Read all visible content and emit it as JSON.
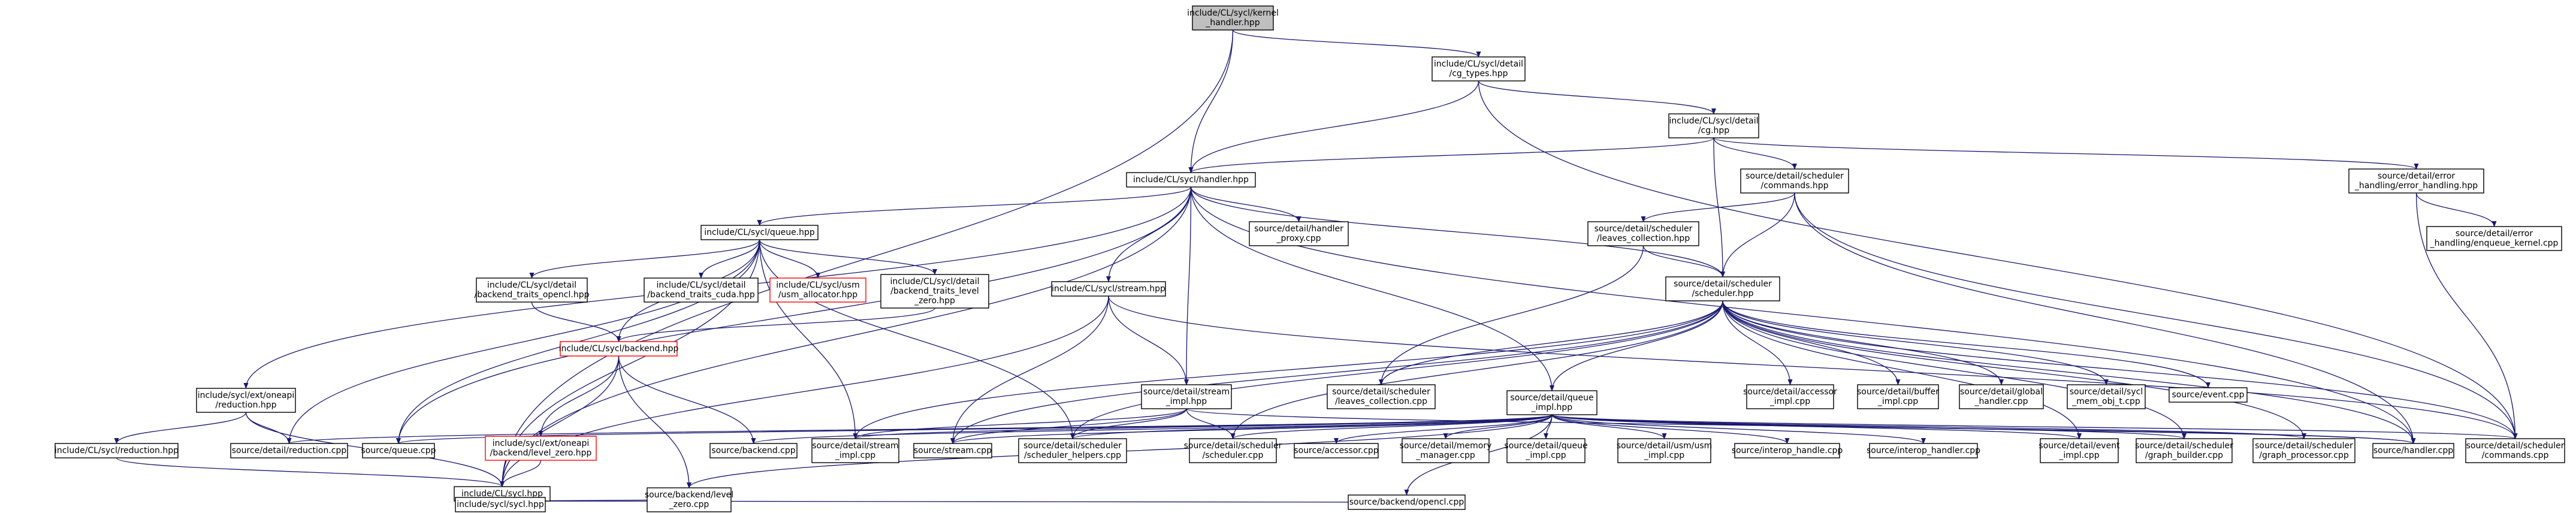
{
  "graph": {
    "edge_color": "#191970",
    "root_fill": "#bfbfbf",
    "highlight_border": "#ff0000",
    "nodes": [
      {
        "id": "kernel_handler",
        "lines": [
          "include/CL/sycl/kernel",
          "_handler.hpp"
        ],
        "style": "root"
      },
      {
        "id": "cg_types",
        "lines": [
          "include/CL/sycl/detail",
          "/cg_types.hpp"
        ]
      },
      {
        "id": "cg",
        "lines": [
          "include/CL/sycl/detail",
          "/cg.hpp"
        ]
      },
      {
        "id": "handler_hpp",
        "lines": [
          "include/CL/sycl/handler.hpp"
        ]
      },
      {
        "id": "commands_hpp",
        "lines": [
          "source/detail/scheduler",
          "/commands.hpp"
        ]
      },
      {
        "id": "error_handling_hpp",
        "lines": [
          "source/detail/error",
          "_handling/error_handling.hpp"
        ]
      },
      {
        "id": "enqueue_kernel",
        "lines": [
          "source/detail/error",
          "_handling/enqueue_kernel.cpp"
        ]
      },
      {
        "id": "leaves_hpp",
        "lines": [
          "source/detail/scheduler",
          "/leaves_collection.hpp"
        ]
      },
      {
        "id": "handler_proxy",
        "lines": [
          "source/detail/handler",
          "_proxy.cpp"
        ]
      },
      {
        "id": "queue_hpp",
        "lines": [
          "include/CL/sycl/queue.hpp"
        ]
      },
      {
        "id": "scheduler_hpp",
        "lines": [
          "source/detail/scheduler",
          "/scheduler.hpp"
        ]
      },
      {
        "id": "bt_opencl",
        "lines": [
          "include/CL/sycl/detail",
          "/backend_traits_opencl.hpp"
        ]
      },
      {
        "id": "bt_cuda",
        "lines": [
          "include/CL/sycl/detail",
          "/backend_traits_cuda.hpp"
        ]
      },
      {
        "id": "usm_allocator",
        "lines": [
          "include/CL/sycl/usm",
          "/usm_allocator.hpp"
        ],
        "style": "red"
      },
      {
        "id": "bt_level_zero",
        "lines": [
          "include/CL/sycl/detail",
          "/backend_traits_level",
          "_zero.hpp"
        ]
      },
      {
        "id": "stream_hpp",
        "lines": [
          "include/CL/sycl/stream.hpp"
        ]
      },
      {
        "id": "ext_reduction",
        "lines": [
          "include/sycl/ext/oneapi",
          "/reduction.hpp"
        ]
      },
      {
        "id": "backend_hpp",
        "lines": [
          "include/CL/sycl/backend.hpp"
        ],
        "style": "red"
      },
      {
        "id": "stream_impl_hpp",
        "lines": [
          "source/detail/stream",
          "_impl.hpp"
        ]
      },
      {
        "id": "leaves_cpp",
        "lines": [
          "source/detail/scheduler",
          "/leaves_collection.cpp"
        ]
      },
      {
        "id": "queue_impl_hpp",
        "lines": [
          "source/detail/queue",
          "_impl.hpp"
        ]
      },
      {
        "id": "accessor_impl",
        "lines": [
          "source/detail/accessor",
          "_impl.cpp"
        ]
      },
      {
        "id": "buffer_impl",
        "lines": [
          "source/detail/buffer",
          "_impl.cpp"
        ]
      },
      {
        "id": "global_handler",
        "lines": [
          "source/detail/global",
          "_handler.cpp"
        ]
      },
      {
        "id": "mem_obj_t",
        "lines": [
          "source/detail/sycl",
          "_mem_obj_t.cpp"
        ]
      },
      {
        "id": "event_cpp",
        "lines": [
          "source/event.cpp"
        ]
      },
      {
        "id": "cl_reduction",
        "lines": [
          "include/CL/sycl/reduction.hpp"
        ]
      },
      {
        "id": "detail_reduction",
        "lines": [
          "source/detail/reduction.cpp"
        ]
      },
      {
        "id": "queue_cpp",
        "lines": [
          "source/queue.cpp"
        ]
      },
      {
        "id": "ext_level_zero",
        "lines": [
          "include/sycl/ext/oneapi",
          "/backend/level_zero.hpp"
        ],
        "style": "red"
      },
      {
        "id": "backend_cpp",
        "lines": [
          "source/backend.cpp"
        ]
      },
      {
        "id": "stream_impl_cpp",
        "lines": [
          "source/detail/stream",
          "_impl.cpp"
        ]
      },
      {
        "id": "stream_cpp",
        "lines": [
          "source/stream.cpp"
        ]
      },
      {
        "id": "scheduler_helpers",
        "lines": [
          "source/detail/scheduler",
          "/scheduler_helpers.cpp"
        ]
      },
      {
        "id": "scheduler_cpp",
        "lines": [
          "source/detail/scheduler",
          "/scheduler.cpp"
        ]
      },
      {
        "id": "accessor_cpp",
        "lines": [
          "source/accessor.cpp"
        ]
      },
      {
        "id": "memory_manager",
        "lines": [
          "source/detail/memory",
          "_manager.cpp"
        ]
      },
      {
        "id": "queue_impl_cpp",
        "lines": [
          "source/detail/queue",
          "_impl.cpp"
        ]
      },
      {
        "id": "usm_impl",
        "lines": [
          "source/detail/usm/usm",
          "_impl.cpp"
        ]
      },
      {
        "id": "interop_handle",
        "lines": [
          "source/interop_handle.cpp"
        ]
      },
      {
        "id": "interop_handler",
        "lines": [
          "source/interop_handler.cpp"
        ]
      },
      {
        "id": "event_impl",
        "lines": [
          "source/detail/event",
          "_impl.cpp"
        ]
      },
      {
        "id": "graph_builder",
        "lines": [
          "source/detail/scheduler",
          "/graph_builder.cpp"
        ]
      },
      {
        "id": "graph_processor",
        "lines": [
          "source/detail/scheduler",
          "/graph_processor.cpp"
        ]
      },
      {
        "id": "handler_cpp",
        "lines": [
          "source/handler.cpp"
        ]
      },
      {
        "id": "commands_cpp",
        "lines": [
          "source/detail/scheduler",
          "/commands.cpp"
        ]
      },
      {
        "id": "sycl_hpp",
        "lines": [
          "include/CL/sycl.hpp"
        ]
      },
      {
        "id": "sycl_sycl_hpp",
        "lines": [
          "include/sycl/sycl.hpp"
        ]
      },
      {
        "id": "level_zero_cpp",
        "lines": [
          "source/backend/level",
          "_zero.cpp"
        ]
      },
      {
        "id": "opencl_cpp",
        "lines": [
          "source/backend/opencl.cpp"
        ]
      }
    ],
    "edges": [
      [
        "kernel_handler",
        "cg_types"
      ],
      [
        "kernel_handler",
        "handler_hpp"
      ],
      [
        "kernel_handler",
        "sycl_hpp"
      ],
      [
        "cg_types",
        "cg"
      ],
      [
        "cg_types",
        "handler_hpp"
      ],
      [
        "cg_types",
        "commands_cpp"
      ],
      [
        "cg",
        "handler_hpp"
      ],
      [
        "cg",
        "commands_hpp"
      ],
      [
        "cg",
        "error_handling_hpp"
      ],
      [
        "cg",
        "scheduler_hpp"
      ],
      [
        "error_handling_hpp",
        "enqueue_kernel"
      ],
      [
        "error_handling_hpp",
        "commands_cpp"
      ],
      [
        "commands_hpp",
        "leaves_hpp"
      ],
      [
        "commands_hpp",
        "scheduler_hpp"
      ],
      [
        "commands_hpp",
        "handler_cpp"
      ],
      [
        "commands_hpp",
        "commands_cpp"
      ],
      [
        "leaves_hpp",
        "scheduler_hpp"
      ],
      [
        "leaves_hpp",
        "leaves_cpp"
      ],
      [
        "handler_hpp",
        "queue_hpp"
      ],
      [
        "handler_hpp",
        "handler_proxy"
      ],
      [
        "handler_hpp",
        "stream_hpp"
      ],
      [
        "handler_hpp",
        "stream_impl_hpp"
      ],
      [
        "handler_hpp",
        "queue_impl_hpp"
      ],
      [
        "handler_hpp",
        "ext_reduction"
      ],
      [
        "handler_hpp",
        "sycl_hpp"
      ],
      [
        "handler_hpp",
        "queue_cpp"
      ],
      [
        "handler_hpp",
        "handler_cpp"
      ],
      [
        "handler_hpp",
        "scheduler_hpp"
      ],
      [
        "queue_hpp",
        "bt_opencl"
      ],
      [
        "queue_hpp",
        "bt_cuda"
      ],
      [
        "queue_hpp",
        "usm_allocator"
      ],
      [
        "queue_hpp",
        "bt_level_zero"
      ],
      [
        "queue_hpp",
        "backend_hpp"
      ],
      [
        "queue_hpp",
        "sycl_hpp"
      ],
      [
        "queue_hpp",
        "queue_cpp"
      ],
      [
        "queue_hpp",
        "stream_impl_cpp"
      ],
      [
        "queue_hpp",
        "scheduler_helpers"
      ],
      [
        "queue_hpp",
        "detail_reduction"
      ],
      [
        "bt_opencl",
        "backend_hpp"
      ],
      [
        "bt_level_zero",
        "backend_hpp"
      ],
      [
        "backend_hpp",
        "ext_level_zero"
      ],
      [
        "backend_hpp",
        "sycl_hpp"
      ],
      [
        "backend_hpp",
        "backend_cpp"
      ],
      [
        "backend_hpp",
        "level_zero_cpp"
      ],
      [
        "ext_level_zero",
        "sycl_hpp"
      ],
      [
        "stream_hpp",
        "stream_impl_hpp"
      ],
      [
        "stream_hpp",
        "sycl_hpp"
      ],
      [
        "stream_hpp",
        "stream_cpp"
      ],
      [
        "stream_hpp",
        "commands_cpp"
      ],
      [
        "stream_impl_hpp",
        "stream_impl_cpp"
      ],
      [
        "stream_impl_hpp",
        "stream_cpp"
      ],
      [
        "stream_impl_hpp",
        "scheduler_helpers"
      ],
      [
        "stream_impl_hpp",
        "scheduler_cpp"
      ],
      [
        "stream_impl_hpp",
        "handler_cpp"
      ],
      [
        "ext_reduction",
        "cl_reduction"
      ],
      [
        "ext_reduction",
        "sycl_hpp"
      ],
      [
        "ext_reduction",
        "detail_reduction"
      ],
      [
        "cl_reduction",
        "sycl_hpp"
      ],
      [
        "scheduler_hpp",
        "leaves_cpp"
      ],
      [
        "scheduler_hpp",
        "queue_impl_hpp"
      ],
      [
        "scheduler_hpp",
        "accessor_impl"
      ],
      [
        "scheduler_hpp",
        "buffer_impl"
      ],
      [
        "scheduler_hpp",
        "global_handler"
      ],
      [
        "scheduler_hpp",
        "mem_obj_t"
      ],
      [
        "scheduler_hpp",
        "event_cpp"
      ],
      [
        "scheduler_hpp",
        "stream_cpp"
      ],
      [
        "scheduler_hpp",
        "scheduler_helpers"
      ],
      [
        "scheduler_hpp",
        "scheduler_cpp"
      ],
      [
        "scheduler_hpp",
        "event_impl"
      ],
      [
        "scheduler_hpp",
        "graph_builder"
      ],
      [
        "scheduler_hpp",
        "graph_processor"
      ],
      [
        "scheduler_hpp",
        "handler_cpp"
      ],
      [
        "scheduler_hpp",
        "commands_cpp"
      ],
      [
        "scheduler_hpp",
        "stream_impl_cpp"
      ],
      [
        "queue_impl_hpp",
        "detail_reduction"
      ],
      [
        "queue_impl_hpp",
        "queue_cpp"
      ],
      [
        "queue_impl_hpp",
        "backend_cpp"
      ],
      [
        "queue_impl_hpp",
        "stream_impl_cpp"
      ],
      [
        "queue_impl_hpp",
        "stream_cpp"
      ],
      [
        "queue_impl_hpp",
        "scheduler_helpers"
      ],
      [
        "queue_impl_hpp",
        "scheduler_cpp"
      ],
      [
        "queue_impl_hpp",
        "accessor_cpp"
      ],
      [
        "queue_impl_hpp",
        "memory_manager"
      ],
      [
        "queue_impl_hpp",
        "queue_impl_cpp"
      ],
      [
        "queue_impl_hpp",
        "usm_impl"
      ],
      [
        "queue_impl_hpp",
        "interop_handle"
      ],
      [
        "queue_impl_hpp",
        "interop_handler"
      ],
      [
        "queue_impl_hpp",
        "event_impl"
      ],
      [
        "queue_impl_hpp",
        "graph_builder"
      ],
      [
        "queue_impl_hpp",
        "graph_processor"
      ],
      [
        "queue_impl_hpp",
        "handler_cpp"
      ],
      [
        "queue_impl_hpp",
        "commands_cpp"
      ],
      [
        "queue_impl_hpp",
        "level_zero_cpp"
      ],
      [
        "queue_impl_hpp",
        "opencl_cpp"
      ],
      [
        "sycl_hpp",
        "sycl_sycl_hpp"
      ],
      [
        "sycl_hpp",
        "level_zero_cpp"
      ],
      [
        "sycl_hpp",
        "opencl_cpp"
      ]
    ]
  }
}
